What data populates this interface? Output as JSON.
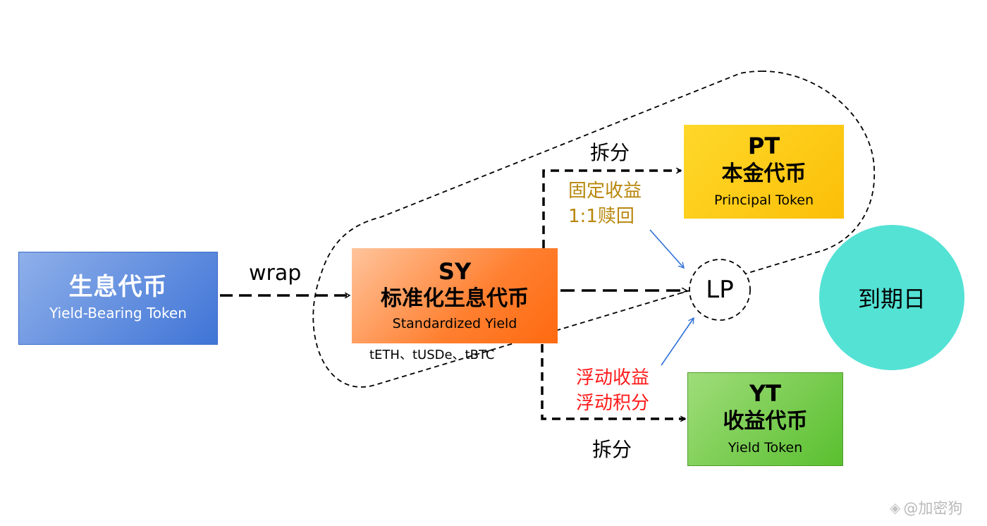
{
  "yield_bearing_token": {
    "cn": "生息代币",
    "en": "Yield-Bearing Token"
  },
  "standardized_yield": {
    "code": "SY",
    "cn": "标准化生息代币",
    "en": "Standardized Yield",
    "examples": "tETH、tUSDe、tBTC"
  },
  "principal_token": {
    "code": "PT",
    "cn": "本金代币",
    "en": "Principal Token"
  },
  "yield_token": {
    "code": "YT",
    "cn": "收益代币",
    "en": "Yield Token"
  },
  "lp": {
    "label": "LP"
  },
  "maturity": {
    "label": "到期日"
  },
  "edges": {
    "wrap": "wrap",
    "split_top": "拆分",
    "split_bottom": "拆分",
    "pt_note": {
      "line1": "固定收益",
      "line2": "1:1赎回"
    },
    "yt_note": {
      "line1": "浮动收益",
      "line2": "浮动积分"
    }
  },
  "watermark": {
    "icon": "diamond-logo-icon",
    "text": "@加密狗"
  },
  "colors": {
    "ybt": "#4a7fdc",
    "sy": "#ff8a3d",
    "pt": "#fdc512",
    "yt": "#6fca46",
    "maturity": "#54e2d5",
    "fixed_note": "#b8860b",
    "floating_note": "#ff1a1a",
    "arrow_blue": "#2d6fd8"
  }
}
